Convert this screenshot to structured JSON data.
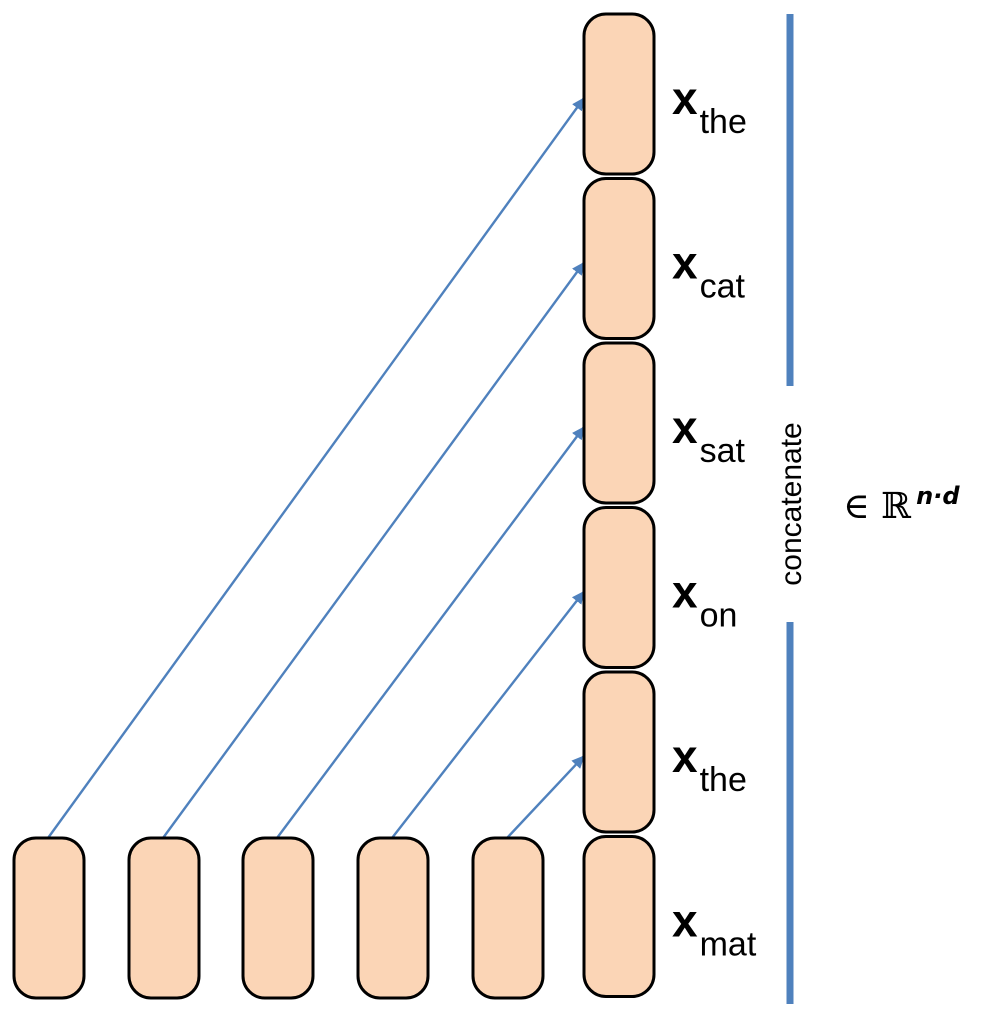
{
  "diagram": {
    "stacked_vectors": [
      {
        "symbol": "x",
        "subscript": "the"
      },
      {
        "symbol": "x",
        "subscript": "cat"
      },
      {
        "symbol": "x",
        "subscript": "sat"
      },
      {
        "symbol": "x",
        "subscript": "on"
      },
      {
        "symbol": "x",
        "subscript": "the"
      },
      {
        "symbol": "x",
        "subscript": "mat"
      }
    ],
    "input_vectors_count": 6,
    "arrow_count": 5,
    "concat_label": "concatenate",
    "space": {
      "symbol": "∈ ℝ",
      "superscript": "n·d"
    },
    "colors": {
      "box_fill": "#fbd5b6",
      "box_stroke": "#000000",
      "arrow": "#4f81bd",
      "bracket": "#4f81bd"
    }
  }
}
